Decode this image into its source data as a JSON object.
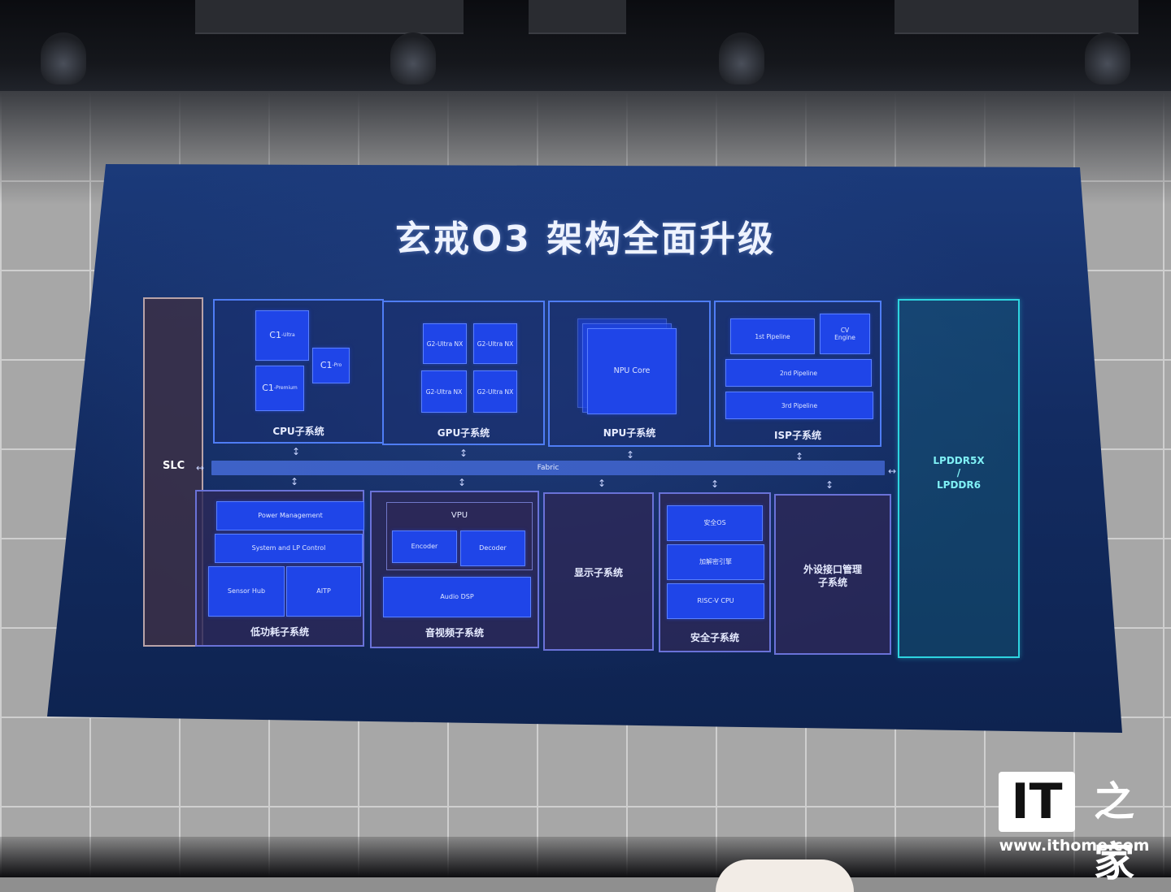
{
  "slide": {
    "title": "玄戒O3 架构全面升级"
  },
  "slc": {
    "label": "SLC"
  },
  "fabric": {
    "label": "Fabric"
  },
  "lpddr": {
    "line1": "LPDDR5X",
    "line2": "/",
    "line3": "LPDDR6"
  },
  "cpu": {
    "label": "CPU子系统",
    "c1_ultra": "C1",
    "c1_ultra_sub": "-Ultra",
    "c1_pro": "C1",
    "c1_pro_sub": "-Pro",
    "c1_premium": "C1",
    "c1_premium_sub": "-Premium"
  },
  "gpu": {
    "label": "GPU子系统",
    "cores": [
      "G2-Ultra NX",
      "G2-Ultra NX",
      "G2-Ultra NX",
      "G2-Ultra NX"
    ]
  },
  "npu": {
    "label": "NPU子系统",
    "core": "NPU Core"
  },
  "isp": {
    "label": "ISP子系统",
    "pipe1": "1st Pipeline",
    "cv_engine": "CV\nEngine",
    "pipe2": "2nd Pipeline",
    "pipe3": "3rd Pipeline"
  },
  "lowpower": {
    "label": "低功耗子系统",
    "power_mgmt": "Power Management",
    "sys_lp": "System and LP Control",
    "sensor_hub": "Sensor Hub",
    "aitp": "AITP"
  },
  "av": {
    "label": "音视频子系统",
    "vpu": "VPU",
    "encoder": "Encoder",
    "decoder": "Decoder",
    "audio_dsp": "Audio DSP"
  },
  "display": {
    "label": "显示子系统"
  },
  "security": {
    "label": "安全子系统",
    "secure_os": "安全OS",
    "crypto": "加解密引擎",
    "riscv": "RISC-V CPU"
  },
  "peripheral": {
    "label_line1": "外设接口管理",
    "label_line2": "子系统"
  },
  "watermark": {
    "logo": "IT",
    "logo_zh": "之家",
    "url": "www.ithome.com"
  }
}
